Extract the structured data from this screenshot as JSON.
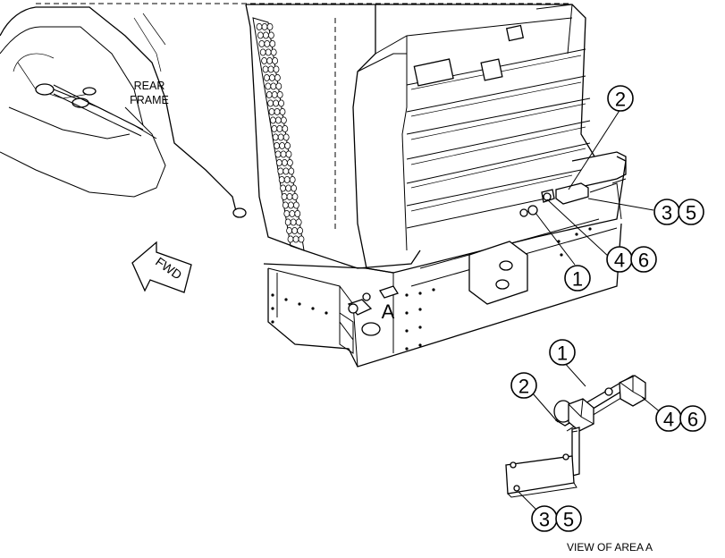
{
  "labels": {
    "rear_frame_line1": "REAR",
    "rear_frame_line2": "FRAME",
    "fwd": "FWD",
    "area_marker": "A",
    "view_caption": "VIEW OF AREA A"
  },
  "callouts": {
    "main_1": "1",
    "main_2": "2",
    "main_3": "3",
    "main_5": "5",
    "main_4": "4",
    "main_6": "6",
    "detail_1": "1",
    "detail_2": "2",
    "detail_4": "4",
    "detail_6": "6",
    "detail_3": "3",
    "detail_5": "5"
  }
}
